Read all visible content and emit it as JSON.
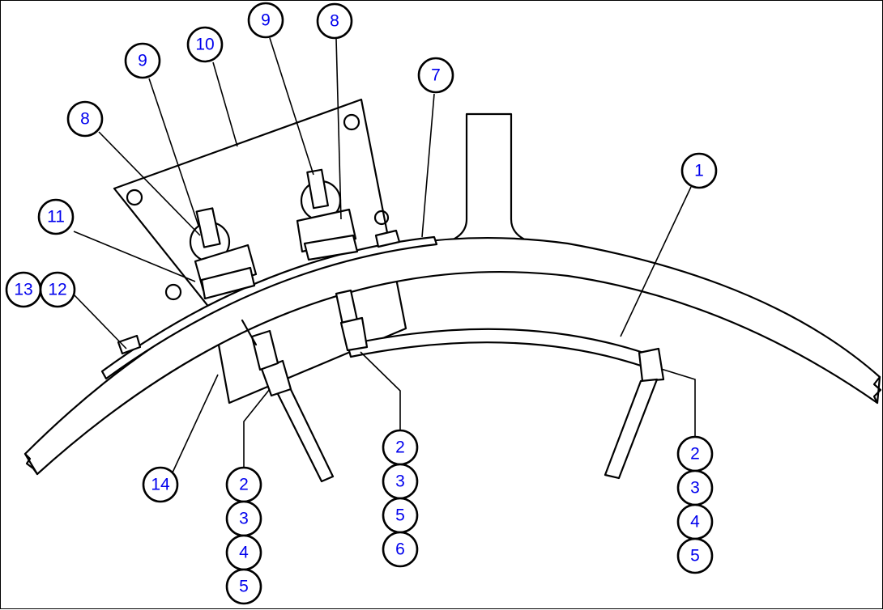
{
  "callouts": {
    "c1": "1",
    "c7": "7",
    "c8a": "8",
    "c8b": "8",
    "c9a": "9",
    "c9b": "9",
    "c10": "10",
    "c11": "11",
    "c12": "12",
    "c13": "13",
    "c14": "14",
    "stackA": [
      "2",
      "3",
      "4",
      "5"
    ],
    "stackB": [
      "2",
      "3",
      "5",
      "6"
    ],
    "stackC": [
      "2",
      "3",
      "4",
      "5"
    ]
  },
  "colors": {
    "callout_text": "#0000ee",
    "line": "#000000",
    "background": "#ffffff"
  }
}
